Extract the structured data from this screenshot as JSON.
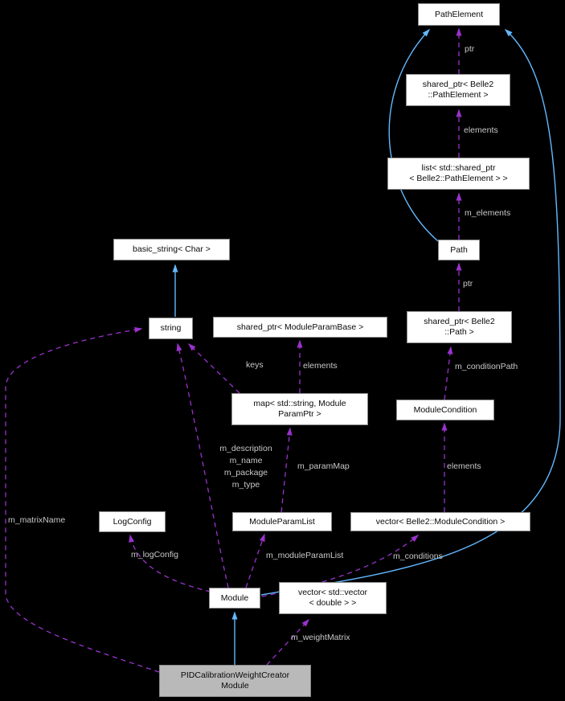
{
  "diagram": {
    "type": "collaboration-graph",
    "colors": {
      "background": "#000000",
      "node_fill": "#ffffff",
      "node_border": "#8a8a8a",
      "highlight_fill": "#b9b9b9",
      "usage_edge": "#9a32cd",
      "inheritance_edge": "#63b8ff",
      "edge_label": "#c9c9c9",
      "node_text": "#0a0a0a"
    },
    "nodes": [
      {
        "id": "path-element",
        "label": "PathElement"
      },
      {
        "id": "shared-ptr-pathelement",
        "label": "shared_ptr< Belle2\n::PathElement >"
      },
      {
        "id": "list-shared-ptr-pathelement",
        "label": "list< std::shared_ptr\n< Belle2::PathElement > >"
      },
      {
        "id": "path",
        "label": "Path"
      },
      {
        "id": "basic-string",
        "label": "basic_string< Char >"
      },
      {
        "id": "string",
        "label": "string"
      },
      {
        "id": "shared-ptr-moduleparambase",
        "label": "shared_ptr< ModuleParamBase >"
      },
      {
        "id": "shared-ptr-belle2-path",
        "label": "shared_ptr< Belle2\n::Path >"
      },
      {
        "id": "map-string-moduleparamptr",
        "label": "map< std::string, Module\nParamPtr >"
      },
      {
        "id": "module-condition",
        "label": "ModuleCondition"
      },
      {
        "id": "log-config",
        "label": "LogConfig"
      },
      {
        "id": "module-param-list",
        "label": "ModuleParamList"
      },
      {
        "id": "vector-module-condition",
        "label": "vector< Belle2::ModuleCondition >"
      },
      {
        "id": "module",
        "label": "Module"
      },
      {
        "id": "vector-vector-double",
        "label": "vector< std::vector\n< double > >"
      },
      {
        "id": "pid-calibration-weight-creator-module",
        "label": "PIDCalibrationWeightCreator\nModule",
        "highlighted": true
      }
    ],
    "edges": [
      {
        "from": "shared_ptr< Belle2::PathElement >",
        "to": "PathElement",
        "label": "ptr",
        "type": "usage"
      },
      {
        "from": "list< std::shared_ptr< Belle2::PathElement > >",
        "to": "shared_ptr< Belle2::PathElement >",
        "label": "elements",
        "type": "usage"
      },
      {
        "from": "Path",
        "to": "list< std::shared_ptr< Belle2::PathElement > >",
        "label": "m_elements",
        "type": "usage"
      },
      {
        "from": "shared_ptr< Belle2::Path >",
        "to": "Path",
        "label": "ptr",
        "type": "usage"
      },
      {
        "from": "ModuleCondition",
        "to": "shared_ptr< Belle2::Path >",
        "label": "m_conditionPath",
        "type": "usage"
      },
      {
        "from": "map< std::string, ModuleParamPtr >",
        "to": "string",
        "label": "keys",
        "type": "usage"
      },
      {
        "from": "map< std::string, ModuleParamPtr >",
        "to": "shared_ptr< ModuleParamBase >",
        "label": "elements",
        "type": "usage"
      },
      {
        "from": "ModuleParamList",
        "to": "map< std::string, ModuleParamPtr >",
        "label": "m_paramMap",
        "type": "usage"
      },
      {
        "from": "vector< Belle2::ModuleCondition >",
        "to": "ModuleCondition",
        "label": "elements",
        "type": "usage"
      },
      {
        "from": "Module",
        "to": "string",
        "label": "m_description\nm_name\nm_package\nm_type",
        "type": "usage"
      },
      {
        "from": "Module",
        "to": "LogConfig",
        "label": "m_logConfig",
        "type": "usage"
      },
      {
        "from": "Module",
        "to": "ModuleParamList",
        "label": "m_moduleParamList",
        "type": "usage"
      },
      {
        "from": "Module",
        "to": "vector< Belle2::ModuleCondition >",
        "label": "m_conditions",
        "type": "usage"
      },
      {
        "from": "PIDCalibrationWeightCreatorModule",
        "to": "vector< std::vector< double > >",
        "label": "m_weightMatrix",
        "type": "usage"
      },
      {
        "from": "PIDCalibrationWeightCreatorModule",
        "to": "string",
        "label": "m_matrixName",
        "type": "usage"
      },
      {
        "from": "string",
        "to": "basic_string< Char >",
        "label": "",
        "type": "inheritance"
      },
      {
        "from": "Path",
        "to": "PathElement",
        "label": "",
        "type": "inheritance"
      },
      {
        "from": "Module",
        "to": "PathElement",
        "label": "",
        "type": "inheritance"
      },
      {
        "from": "PIDCalibrationWeightCreatorModule",
        "to": "Module",
        "label": "",
        "type": "inheritance"
      }
    ]
  }
}
